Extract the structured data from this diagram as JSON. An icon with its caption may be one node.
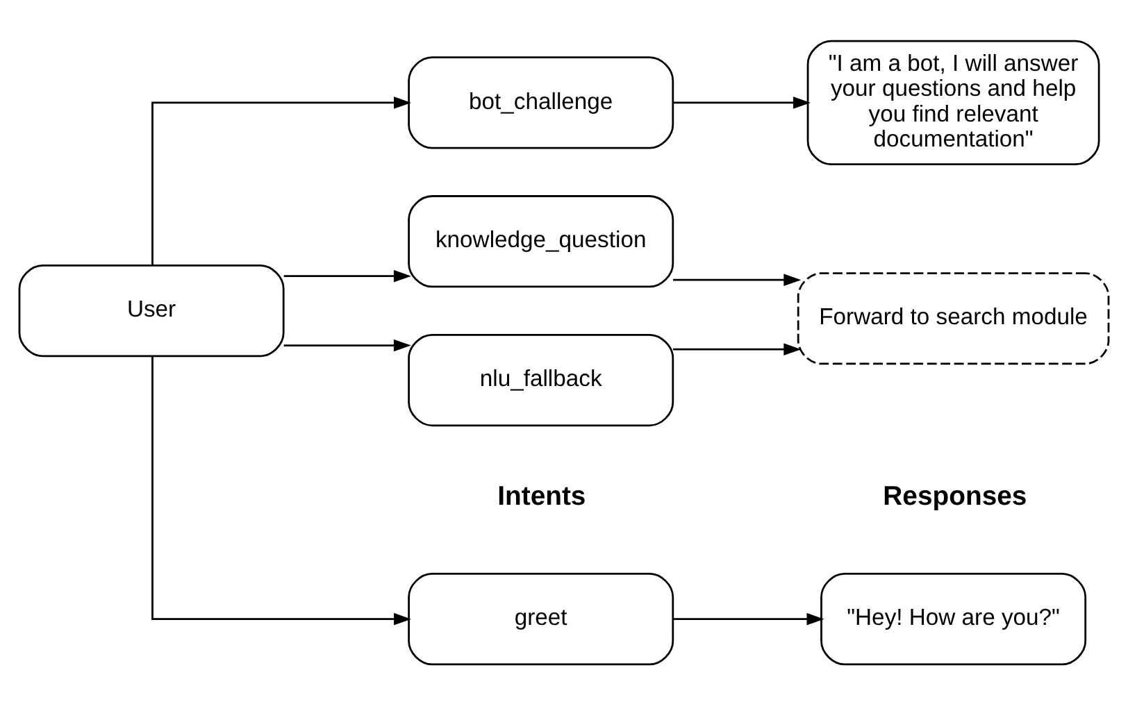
{
  "diagram": {
    "nodes": [
      {
        "text": [
          "User"
        ]
      },
      {
        "text": [
          "greet"
        ]
      },
      {
        "text": [
          "bot_challenge"
        ]
      },
      {
        "text": [
          "knowledge_question"
        ]
      },
      {
        "text": [
          "nlu_fallback"
        ]
      },
      {
        "text": [
          "\"Hey! How are you?\""
        ]
      },
      {
        "text": [
          "\"I am a bot, I will answer your questions and help you find relevant documentation\""
        ]
      },
      {
        "text": [
          "Forward to search module"
        ]
      }
    ],
    "edges": [
      {
        "from": 0,
        "to": 1,
        "arrow": "to"
      },
      {
        "from": 0,
        "to": 2,
        "arrow": "to"
      },
      {
        "from": 0,
        "to": 3,
        "arrow": "to"
      },
      {
        "from": 0,
        "to": 4,
        "arrow": "to"
      },
      {
        "from": 1,
        "to": 5,
        "arrow": "to"
      },
      {
        "from": 2,
        "to": 6,
        "arrow": "to"
      },
      {
        "from": 3,
        "to": 7,
        "arrow": "to"
      },
      {
        "from": 4,
        "to": 7,
        "arrow": "to"
      }
    ],
    "labels": [
      "Intents",
      "Responses"
    ]
  }
}
